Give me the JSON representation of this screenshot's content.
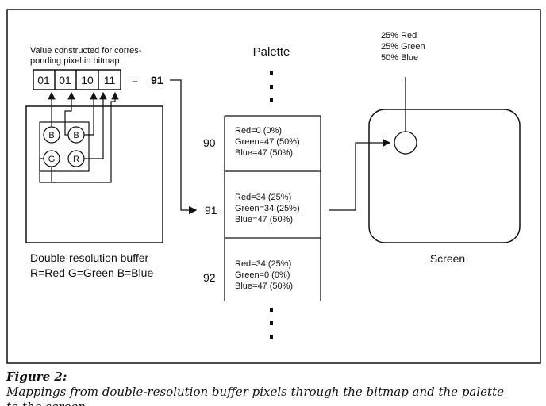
{
  "bitmap": {
    "label": [
      "Value constructed for corres-",
      "ponding pixel in bitmap"
    ],
    "cells": [
      "01",
      "01",
      "10",
      "11"
    ],
    "equals": "=",
    "value": "91"
  },
  "buffer": {
    "pixels": [
      "B",
      "B",
      "G",
      "R"
    ],
    "label": [
      "Double-resolution buffer",
      "R=Red G=Green B=Blue"
    ]
  },
  "palette": {
    "title": "Palette",
    "entries": [
      {
        "index": "90",
        "lines": [
          "Red=0 (0%)",
          "Green=47 (50%)",
          "Blue=47 (50%)"
        ]
      },
      {
        "index": "91",
        "lines": [
          "Red=34 (25%)",
          "Green=34 (25%)",
          "Blue=47 (50%)"
        ]
      },
      {
        "index": "92",
        "lines": [
          "Red=34 (25%)",
          "Green=0 (0%)",
          "Blue=47 (50%)"
        ]
      }
    ]
  },
  "screen": {
    "label": "Screen",
    "pixel_color": [
      "25% Red",
      "25% Green",
      "50% Blue"
    ]
  },
  "caption": {
    "label": "Figure 2:",
    "text": "Mappings from double-resolution buffer pixels through the bitmap and the palette to the screen"
  }
}
